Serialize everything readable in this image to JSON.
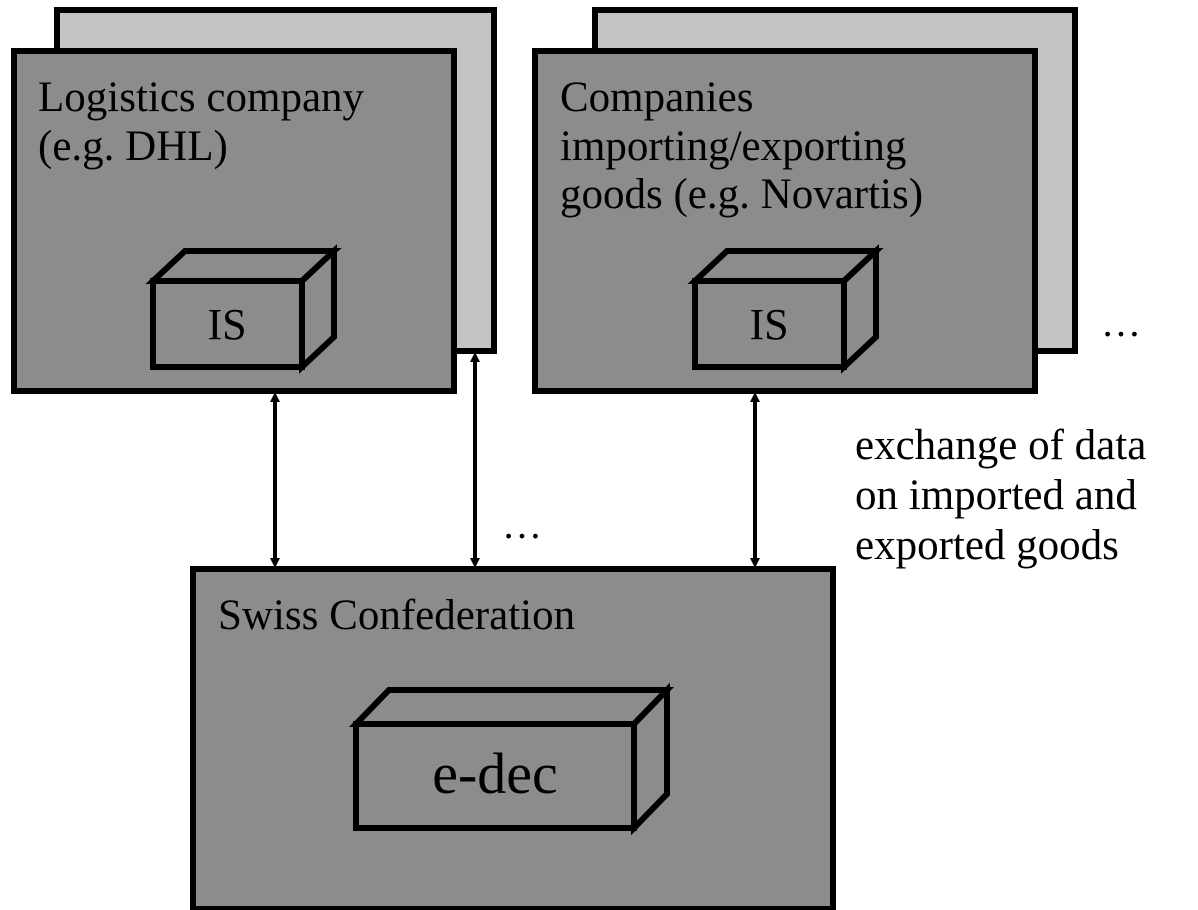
{
  "colors": {
    "box_fill": "#8c8c8c",
    "back_card_fill": "#c4c4c4",
    "stroke": "#000000",
    "background": "#ffffff"
  },
  "logistics": {
    "title": "Logistics company\n(e.g. DHL)",
    "system": "IS"
  },
  "companies": {
    "title": "Companies\nimporting/exporting\ngoods (e.g. Novartis)",
    "system": "IS"
  },
  "confederation": {
    "title": "Swiss Confederation",
    "system": "e-dec"
  },
  "ellipsis_right": "…",
  "ellipsis_middle": "…",
  "exchange_note": "exchange of data\non imported and\nexported goods"
}
